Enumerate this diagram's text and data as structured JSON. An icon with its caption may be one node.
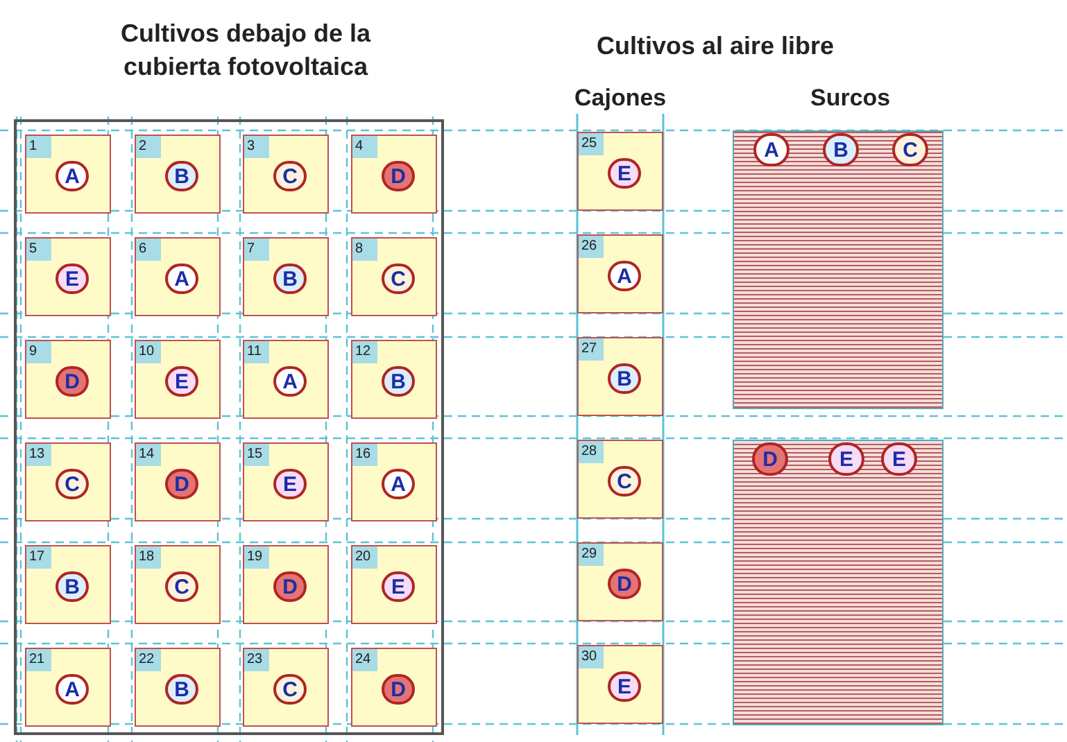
{
  "diagram": {
    "nodes": [
      {
        "text": [
          "Cultivos debajo de la cubierta fotovoltaica"
        ]
      },
      {
        "text": [
          "1",
          "A"
        ],
        "in": 0
      },
      {
        "text": [
          "2",
          "B"
        ],
        "in": 0
      },
      {
        "text": [
          "3",
          "C"
        ],
        "in": 0
      },
      {
        "text": [
          "4",
          "D"
        ],
        "in": 0
      },
      {
        "text": [
          "5",
          "E"
        ],
        "in": 0
      },
      {
        "text": [
          "6",
          "A"
        ],
        "in": 0
      },
      {
        "text": [
          "7",
          "B"
        ],
        "in": 0
      },
      {
        "text": [
          "8",
          "C"
        ],
        "in": 0
      },
      {
        "text": [
          "9",
          "D"
        ],
        "in": 0
      },
      {
        "text": [
          "10",
          "E"
        ],
        "in": 0
      },
      {
        "text": [
          "11",
          "A"
        ],
        "in": 0
      },
      {
        "text": [
          "12",
          "B"
        ],
        "in": 0
      },
      {
        "text": [
          "13",
          "C"
        ],
        "in": 0
      },
      {
        "text": [
          "14",
          "D"
        ],
        "in": 0
      },
      {
        "text": [
          "15",
          "E"
        ],
        "in": 0
      },
      {
        "text": [
          "16",
          "A"
        ],
        "in": 0
      },
      {
        "text": [
          "17",
          "B"
        ],
        "in": 0
      },
      {
        "text": [
          "18",
          "C"
        ],
        "in": 0
      },
      {
        "text": [
          "19",
          "D"
        ],
        "in": 0
      },
      {
        "text": [
          "20",
          "E"
        ],
        "in": 0
      },
      {
        "text": [
          "21",
          "A"
        ],
        "in": 0
      },
      {
        "text": [
          "22",
          "B"
        ],
        "in": 0
      },
      {
        "text": [
          "23",
          "C"
        ],
        "in": 0
      },
      {
        "text": [
          "24",
          "D"
        ],
        "in": 0
      },
      {
        "text": [
          "25",
          "E"
        ]
      },
      {
        "text": [
          "26",
          "A"
        ]
      },
      {
        "text": [
          "27",
          "B"
        ]
      },
      {
        "text": [
          "28",
          "C"
        ]
      },
      {
        "text": [
          "29",
          "D"
        ]
      },
      {
        "text": [
          "30",
          "E"
        ]
      },
      {
        "text": [],
        "shape": "box"
      },
      {
        "text": [
          "A"
        ],
        "in": 31
      },
      {
        "text": [
          "B"
        ],
        "in": 31
      },
      {
        "text": [
          "C"
        ],
        "in": 31
      },
      {
        "text": [],
        "shape": "box"
      },
      {
        "text": [
          "D"
        ],
        "in": 35
      },
      {
        "text": [
          "E"
        ],
        "in": 35
      },
      {
        "text": [
          "E"
        ],
        "in": 35
      }
    ],
    "labels": [
      "Cultivos al aire libre",
      "Cajones",
      "Surcos"
    ]
  }
}
